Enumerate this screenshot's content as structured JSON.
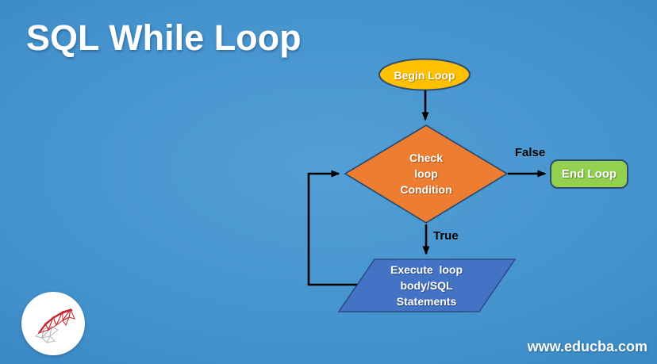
{
  "title": "SQL While Loop",
  "watermark": "www.educba.com",
  "colors": {
    "bg_center": "#539fd6",
    "bg_mid": "#4392cd",
    "bg_edge": "#2673ae",
    "begin_fill": "#FFC000",
    "condition_fill": "#ED7D31",
    "end_fill": "#92D050",
    "process_fill": "#4472C4",
    "process_border": "#2F528F",
    "shape_border": "#2e4d71",
    "arrow": "#000000",
    "label_light": "#ffffff",
    "label_dark": "#000000"
  },
  "flowchart": {
    "begin": {
      "type": "ellipse",
      "label": "Begin Loop"
    },
    "condition": {
      "type": "diamond",
      "label": "Check\nloop\nCondition"
    },
    "end": {
      "type": "rounded-rect",
      "label": "End Loop"
    },
    "process": {
      "type": "parallelogram",
      "label": "Execute  loop\nbody/SQL\nStatements"
    },
    "edges": {
      "false_label": "False",
      "true_label": "True"
    }
  },
  "logo": {
    "name": "sql-server-logo"
  }
}
